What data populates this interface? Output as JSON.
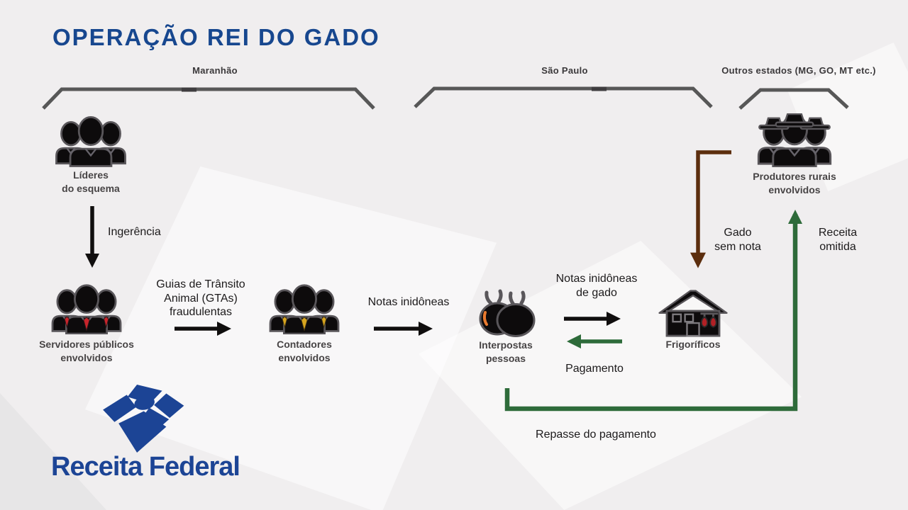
{
  "title": "OPERAÇÃO REI DO GADO",
  "regions": [
    {
      "label": "Maranhão"
    },
    {
      "label": "São Paulo"
    },
    {
      "label": "Outros estados (MG, GO, MT etc.)"
    }
  ],
  "nodes": {
    "lideres": {
      "label": "Líderes\ndo esquema"
    },
    "servidores": {
      "label": "Servidores públicos\nenvolvidos"
    },
    "contadores": {
      "label": "Contadores\nenvolvidos"
    },
    "interpostas": {
      "label": "Interpostas\npessoas"
    },
    "frigorificos": {
      "label": "Frigoríficos"
    },
    "produtores": {
      "label": "Produtores rurais\nenvolvidos"
    }
  },
  "flows": {
    "ingerencia": "Ingerência",
    "gtas": "Guias de Trânsito\nAnimal (GTAs)\nfraudulentas",
    "notas_inidoneas": "Notas inidôneas",
    "notas_inidoneas_gado": "Notas inidôneas\nde gado",
    "pagamento": "Pagamento",
    "gado_sem_nota": "Gado\nsem nota",
    "receita_omitida": "Receita\nomitida",
    "repasse_pagamento": "Repasse do pagamento"
  },
  "logo": {
    "wordmark": "Receita Federal"
  },
  "colors": {
    "title_blue": "#17478f",
    "logo_blue": "#1c4495",
    "bracket_gray": "#575757",
    "arrow_black": "#100e0e",
    "arrow_green": "#2e6b3a",
    "arrow_brown": "#5c2e0e",
    "tie_red": "#c9242b",
    "tie_yellow": "#d8a51f",
    "meat_red": "#b22025",
    "cattle_mark_orange": "#e87a2f",
    "background": "#f0eeef"
  }
}
